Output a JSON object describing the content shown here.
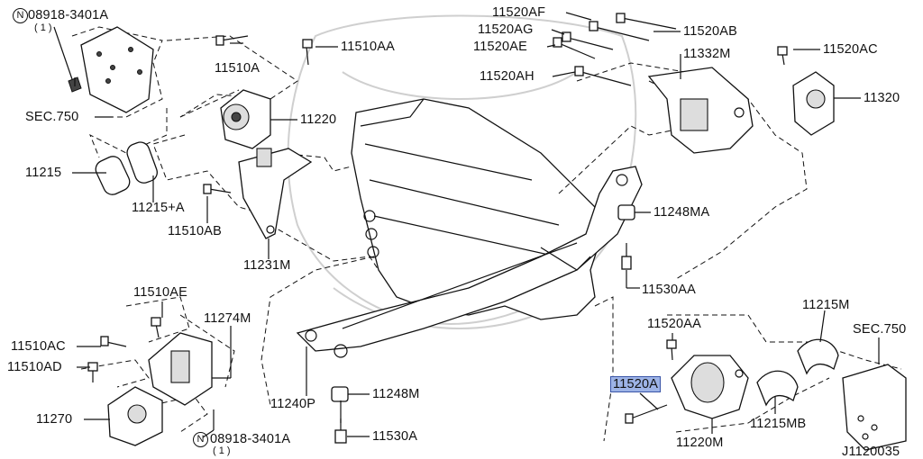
{
  "labels": {
    "n08918_top": "08918-3401A",
    "n08918_top_qty": "( 1 )",
    "p11510A": "11510A",
    "p11510AA": "11510AA",
    "sec750_left": "SEC.750",
    "p11220": "11220",
    "p11215": "11215",
    "p11215A": "11215+A",
    "p11510AB": "11510AB",
    "p11231M": "11231M",
    "p11520AF": "11520AF",
    "p11520AG": "11520AG",
    "p11520AE": "11520AE",
    "p11520AH": "11520AH",
    "p11520AB": "11520AB",
    "p11332M": "11332M",
    "p11520AC": "11520AC",
    "p11320": "11320",
    "p11248MA": "11248MA",
    "p11530AA": "11530AA",
    "p11510AE": "11510AE",
    "p11274M": "11274M",
    "p11510AC": "11510AC",
    "p11510AD": "11510AD",
    "p11270": "11270",
    "n08918_bot": "08918-3401A",
    "n08918_bot_qty": "( 1 )",
    "p11240P": "11240P",
    "p11248M": "11248M",
    "p11530A": "11530A",
    "p11520AA": "11520AA",
    "p11520A": "11520A",
    "p11215M": "11215M",
    "sec750_right": "SEC.750",
    "p11215MB": "11215MB",
    "p11220M": "11220M",
    "diagram_id": "J1120035",
    "n_symbol": "N"
  },
  "highlight_color": "#9db3e6"
}
